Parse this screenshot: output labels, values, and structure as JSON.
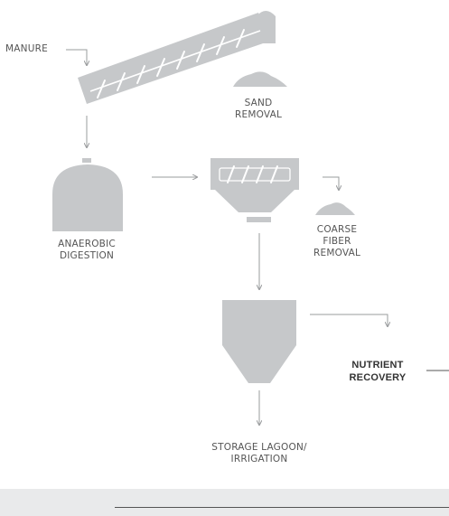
{
  "labels": {
    "manure": "MANURE",
    "sand_removal_1": "SAND",
    "sand_removal_2": "REMOVAL",
    "anaerobic_1": "ANAEROBIC",
    "anaerobic_2": "DIGESTION",
    "coarse_1": "COARSE",
    "coarse_2": "FIBER",
    "coarse_3": "REMOVAL",
    "nutrient_1": "NUTRIENT",
    "nutrient_2": "RECOVERY",
    "storage_1": "STORAGE LAGOON/",
    "storage_2": "IRRIGATION"
  },
  "colors": {
    "shape": "#c6c8ca",
    "line": "#9a9c9e",
    "footer": "#e9eaeb"
  }
}
